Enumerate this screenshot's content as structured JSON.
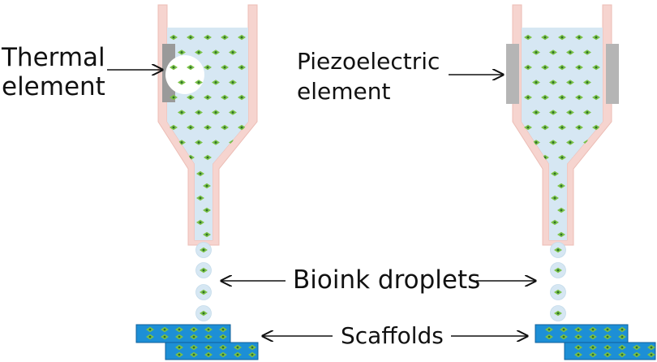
{
  "labels": {
    "thermal_line1": "Thermal",
    "thermal_line2": "element",
    "piezo_line1": "Piezoelectric",
    "piezo_line2": "element",
    "droplets": "Bioink droplets",
    "scaffolds": "Scaffolds"
  },
  "colors": {
    "nozzle_wall": "#f6d4cf",
    "nozzle_outline": "#ecbdb5",
    "bioink_fill": "#d6e7f3",
    "cell_green": "#7cc348",
    "cell_core": "#2f6f2b",
    "thermal_element": "#9a9a9a",
    "thermal_bubble": "#ffffff",
    "piezo_element": "#b5b5b5",
    "scaffold_blue": "#1d8fd6",
    "scaffold_outline": "#0f5f99",
    "arrow": "#111111"
  }
}
